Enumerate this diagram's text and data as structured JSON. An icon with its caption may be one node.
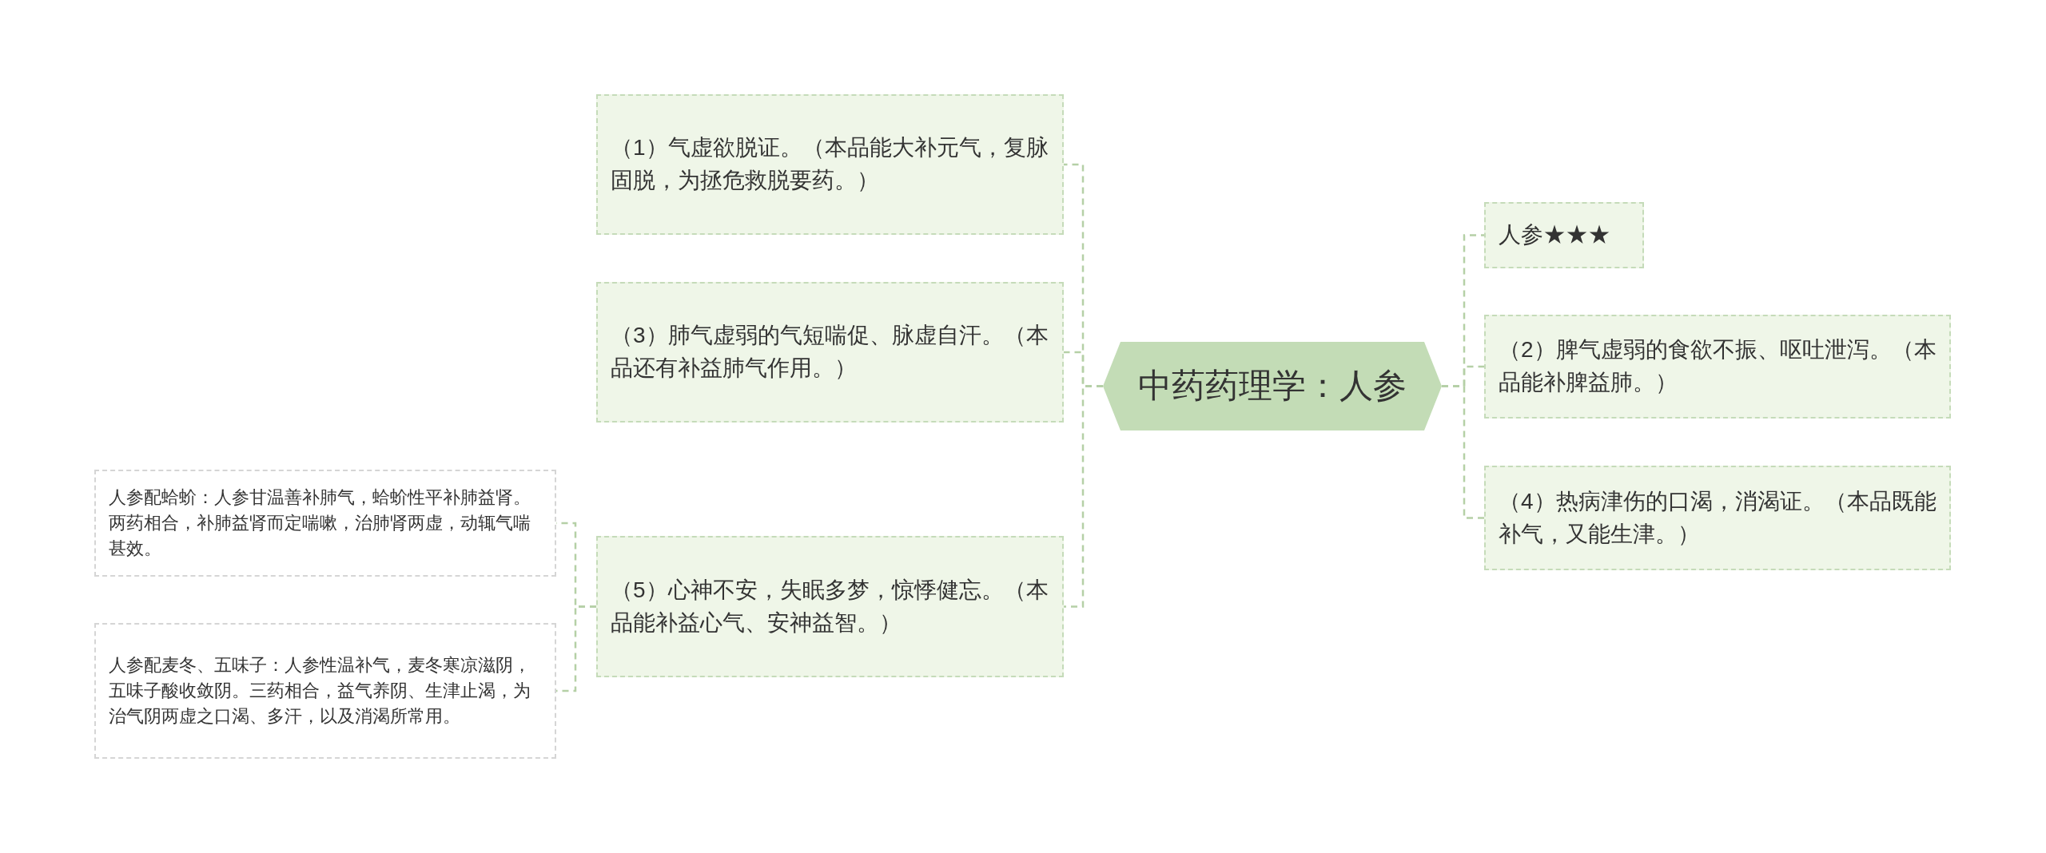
{
  "diagram": {
    "nodes": [
      {
        "text": [
          "中药药理学：人参"
        ]
      },
      {
        "text": [
          "（1）气虚欲脱证。（本品能大补元气，复脉固脱，为拯危救脱要药。）"
        ]
      },
      {
        "text": [
          "（3）肺气虚弱的气短喘促、脉虚自汗。（本品还有补益肺气作用。）"
        ]
      },
      {
        "text": [
          "（5）心神不安，失眠多梦，惊悸健忘。（本品能补益心气、安神益智。）"
        ]
      },
      {
        "text": [
          "人参配蛤蚧：人参甘温善补肺气，蛤蚧性平补肺益肾。两药相合，补肺益肾而定喘嗽，治肺肾两虚，动辄气喘甚效。"
        ]
      },
      {
        "text": [
          "人参配麦冬、五味子：人参性温补气，麦冬寒凉滋阴，五味子酸收敛阴。三药相合，益气养阴、生津止渴，为治气阴两虚之口渴、多汗，以及消渴所常用。"
        ]
      },
      {
        "text": [
          "人参★★★"
        ]
      },
      {
        "text": [
          "（2）脾气虚弱的食欲不振、呕吐泄泻。（本品能补脾益肺。）"
        ]
      },
      {
        "text": [
          "（4）热病津伤的口渴，消渴证。（本品既能补气，又能生津。）"
        ]
      }
    ],
    "edges": [
      {
        "from": 0,
        "to": 1,
        "arrow": "none"
      },
      {
        "from": 0,
        "to": 2,
        "arrow": "none"
      },
      {
        "from": 0,
        "to": 3,
        "arrow": "none"
      },
      {
        "from": 3,
        "to": 4,
        "arrow": "none"
      },
      {
        "from": 3,
        "to": 5,
        "arrow": "none"
      },
      {
        "from": 0,
        "to": 6,
        "arrow": "none"
      },
      {
        "from": 0,
        "to": 7,
        "arrow": "none"
      },
      {
        "from": 0,
        "to": 8,
        "arrow": "none"
      }
    ]
  }
}
